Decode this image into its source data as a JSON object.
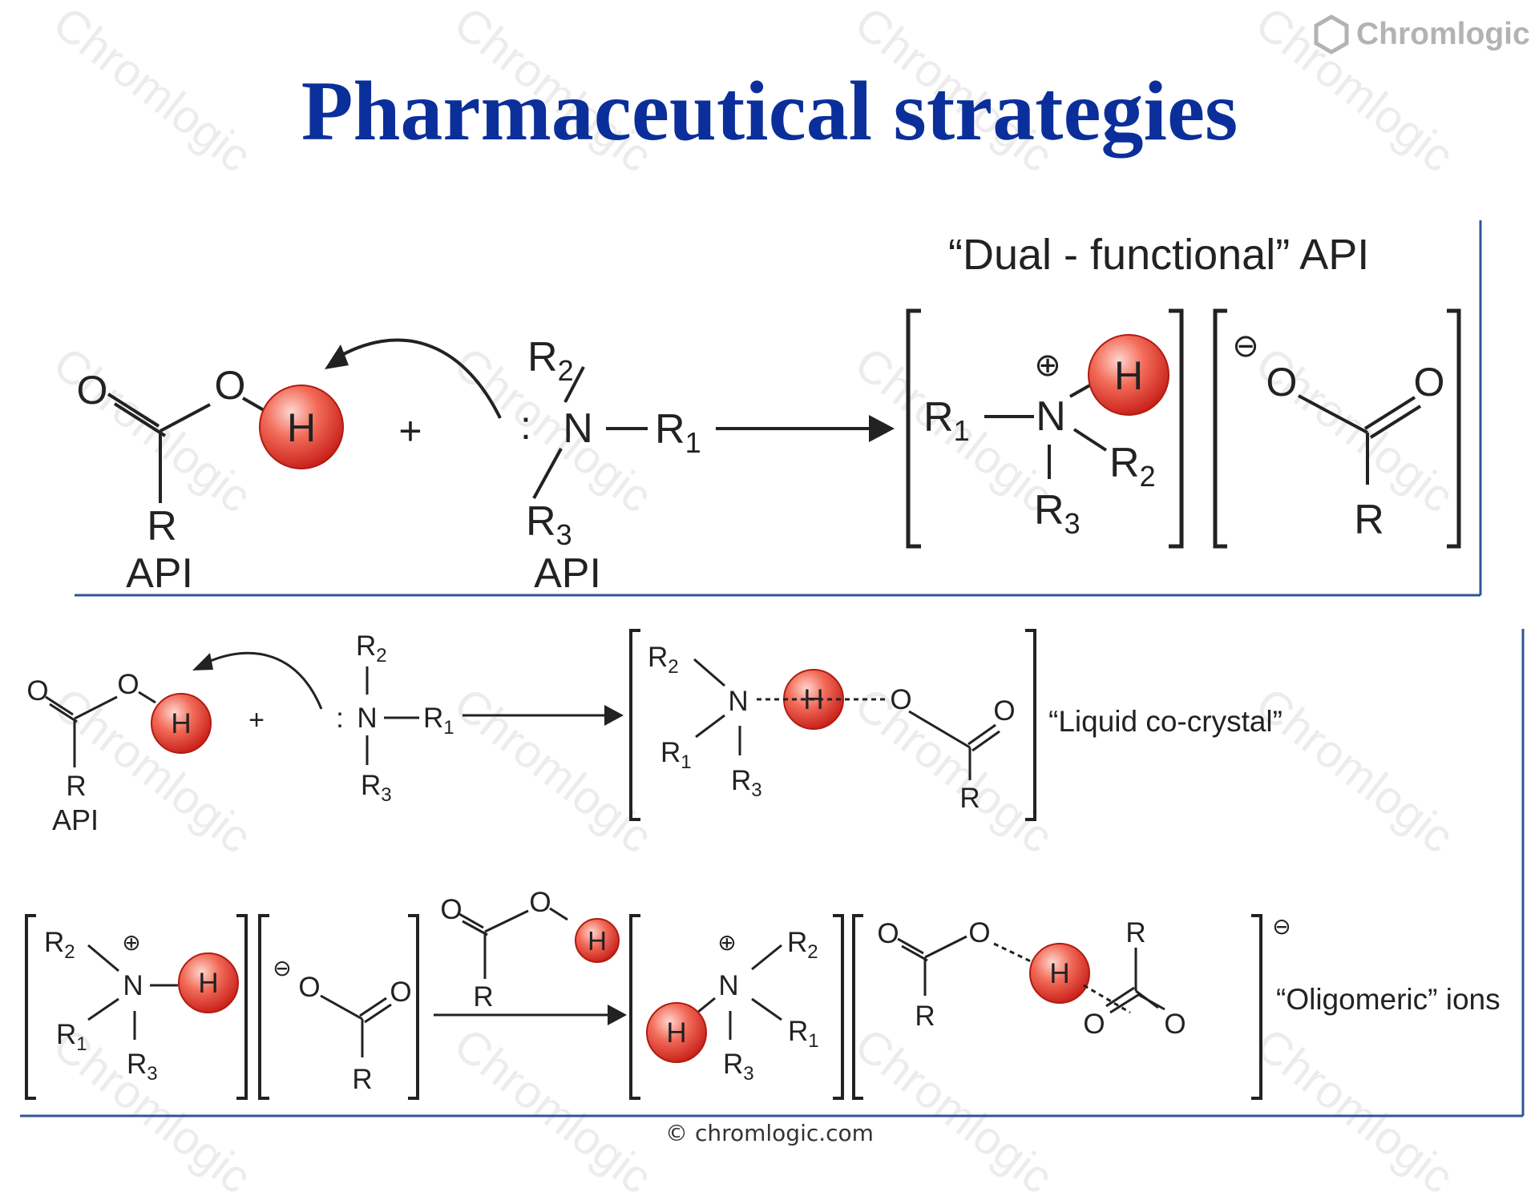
{
  "title": "Pharmaceutical strategies",
  "logo": {
    "text": "Chromlogic",
    "icon": "hexagon-logo-icon"
  },
  "watermark": "Chromlogic",
  "footer": "© chromlogic.com",
  "atoms": {
    "O": "O",
    "N": "N",
    "H": "H",
    "R": "R",
    "colon": ":",
    "plus": "+",
    "sub1": "1",
    "sub2": "2",
    "sub3": "3",
    "plus_charge": "⊕",
    "minus_charge": "⊖"
  },
  "labels": {
    "api": "API",
    "dual_functional": "“Dual - functional” API",
    "liquid_cocrystal": "“Liquid co-crystal”",
    "oligomeric": "“Oligomeric” ions"
  },
  "colors": {
    "title": "#0b2f9a",
    "frame": "#2f5597",
    "h_ball": "#ee4b3a",
    "watermark": "#ececec"
  }
}
